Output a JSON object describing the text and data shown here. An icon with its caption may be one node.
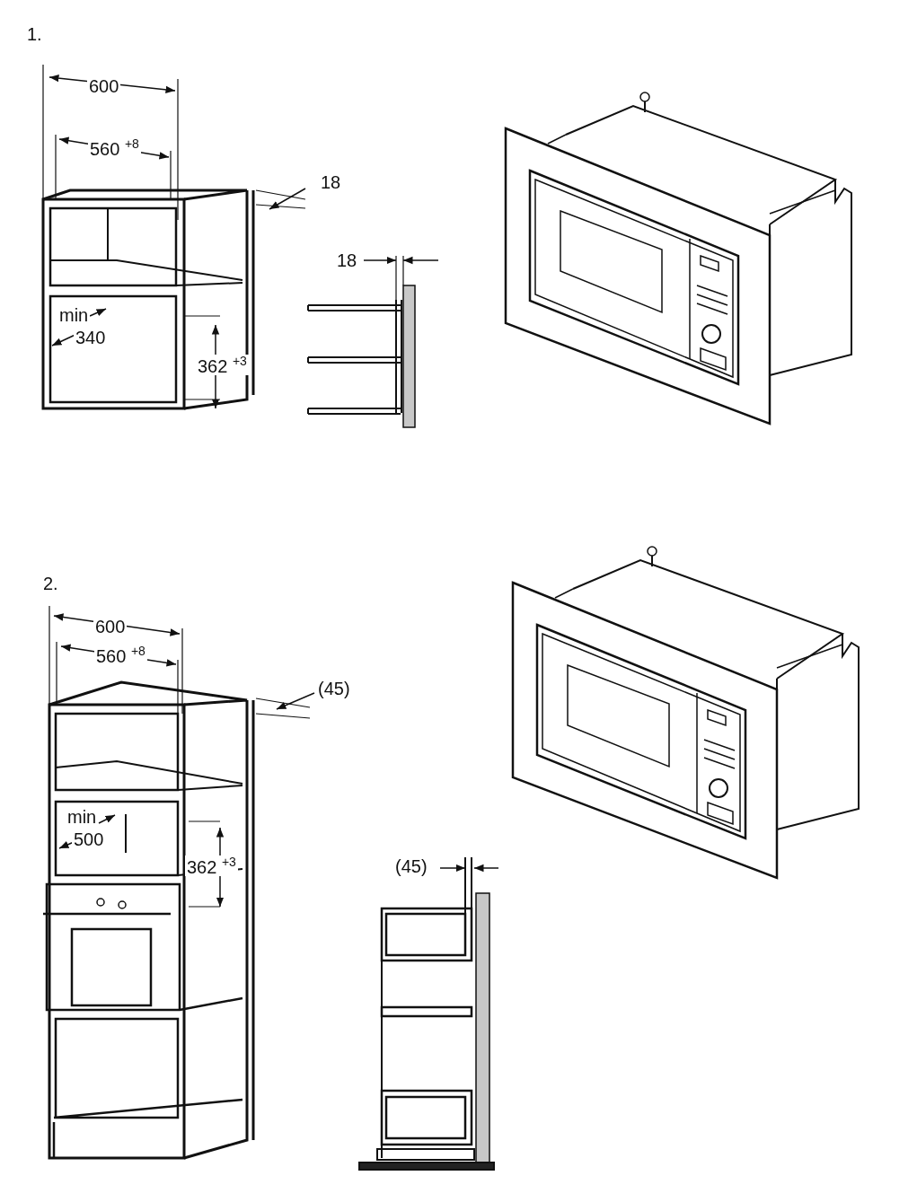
{
  "diagram": {
    "labels": [
      "1.",
      "600",
      "560 $^{+8}$",
      "18",
      "18",
      "min",
      "340",
      "362 $^{+3}$",
      "2.",
      "600",
      "560 $^{+8}$",
      "(45)",
      "min",
      "500",
      "362 $^{+3}$",
      "(45)"
    ]
  }
}
